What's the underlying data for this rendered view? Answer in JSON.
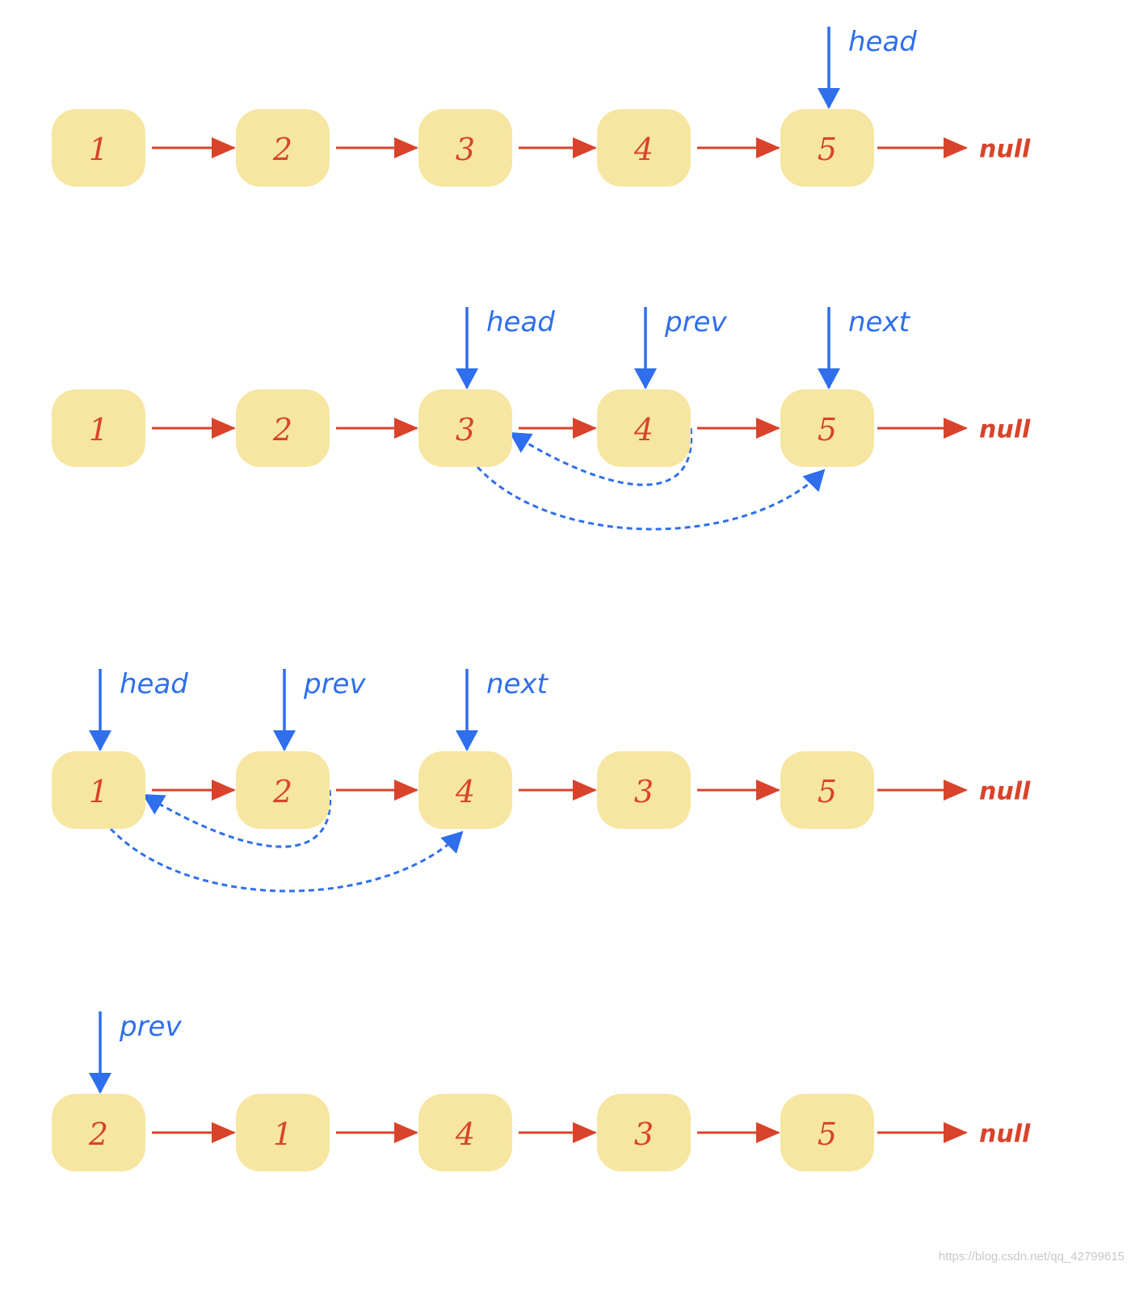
{
  "colors": {
    "node_fill": "#f7e6a1",
    "node_text": "#d9432b",
    "link_arrow": "#d9432b",
    "pointer": "#2f6fed",
    "null_text": "#d9432b",
    "watermark": "#c8c8c8"
  },
  "null_label": "null",
  "watermark": "https://blog.csdn.net/qq_42799615",
  "rows": [
    {
      "nodes": [
        "1",
        "2",
        "3",
        "4",
        "5"
      ],
      "pointers": [
        {
          "label": "head",
          "target": 4
        }
      ],
      "curves": []
    },
    {
      "nodes": [
        "1",
        "2",
        "3",
        "4",
        "5"
      ],
      "pointers": [
        {
          "label": "head",
          "target": 2
        },
        {
          "label": "prev",
          "target": 3
        },
        {
          "label": "next",
          "target": 4
        }
      ],
      "curves": [
        {
          "from": 3,
          "to": 2,
          "kind": "back"
        },
        {
          "from": 2,
          "to": 4,
          "kind": "forward"
        }
      ]
    },
    {
      "nodes": [
        "1",
        "2",
        "4",
        "3",
        "5"
      ],
      "pointers": [
        {
          "label": "head",
          "target": 0
        },
        {
          "label": "prev",
          "target": 1
        },
        {
          "label": "next",
          "target": 2
        }
      ],
      "curves": [
        {
          "from": 1,
          "to": 0,
          "kind": "back"
        },
        {
          "from": 0,
          "to": 2,
          "kind": "forward"
        }
      ]
    },
    {
      "nodes": [
        "2",
        "1",
        "4",
        "3",
        "5"
      ],
      "pointers": [
        {
          "label": "prev",
          "target": 0
        }
      ],
      "curves": []
    }
  ]
}
